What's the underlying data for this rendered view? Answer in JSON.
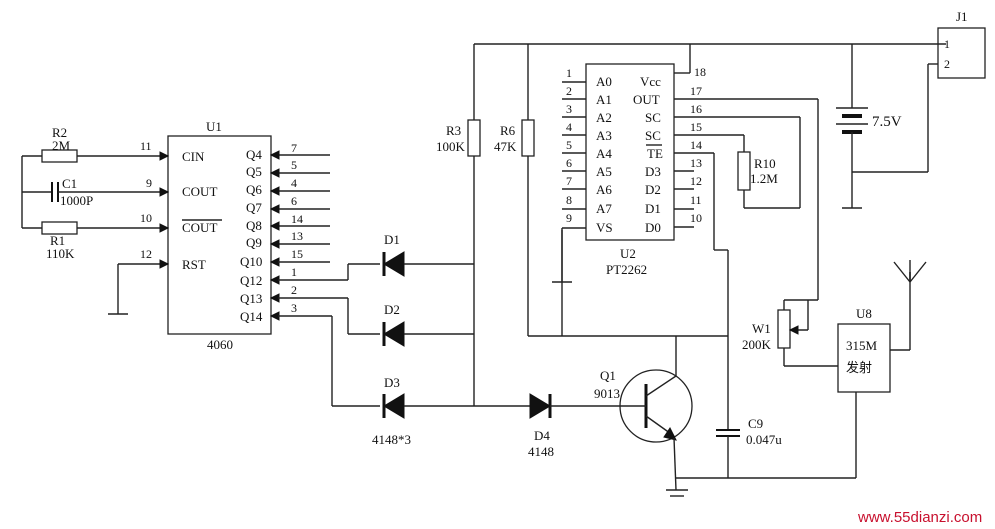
{
  "j1": {
    "ref": "J1",
    "pins": [
      "1",
      "2"
    ]
  },
  "battery": {
    "value": "7.5V"
  },
  "u1": {
    "ref": "U1",
    "part": "4060",
    "left_pins": [
      {
        "name": "CIN",
        "num": "11"
      },
      {
        "name": "COUT",
        "num": "9"
      },
      {
        "name": "COUT",
        "num": "10"
      },
      {
        "name": "RST",
        "num": "12"
      }
    ],
    "right_pins": [
      {
        "name": "Q4",
        "num": "7"
      },
      {
        "name": "Q5",
        "num": "5"
      },
      {
        "name": "Q6",
        "num": "4"
      },
      {
        "name": "Q7",
        "num": "6"
      },
      {
        "name": "Q8",
        "num": "14"
      },
      {
        "name": "Q9",
        "num": "13"
      },
      {
        "name": "Q10",
        "num": "15"
      },
      {
        "name": "Q12",
        "num": "1"
      },
      {
        "name": "Q13",
        "num": "2"
      },
      {
        "name": "Q14",
        "num": "3"
      }
    ]
  },
  "r2": {
    "ref": "R2",
    "value": "2M"
  },
  "c1": {
    "ref": "C1",
    "value": "1000P"
  },
  "r1": {
    "ref": "R1",
    "value": "110K"
  },
  "r3": {
    "ref": "R3",
    "value": "100K"
  },
  "r6": {
    "ref": "R6",
    "value": "47K"
  },
  "u2": {
    "ref": "U2",
    "part": "PT2262",
    "left_pins": [
      {
        "num": "1",
        "name": "A0"
      },
      {
        "num": "2",
        "name": "A1"
      },
      {
        "num": "3",
        "name": "A2"
      },
      {
        "num": "4",
        "name": "A3"
      },
      {
        "num": "5",
        "name": "A4"
      },
      {
        "num": "6",
        "name": "A5"
      },
      {
        "num": "7",
        "name": "A6"
      },
      {
        "num": "8",
        "name": "A7"
      },
      {
        "num": "9",
        "name": "VS"
      }
    ],
    "right_pins": [
      {
        "num": "18",
        "name": "Vcc"
      },
      {
        "num": "17",
        "name": "OUT"
      },
      {
        "num": "16",
        "name": "SC"
      },
      {
        "num": "15",
        "name": "SC"
      },
      {
        "num": "14",
        "name": "TE"
      },
      {
        "num": "13",
        "name": "D3"
      },
      {
        "num": "12",
        "name": "D2"
      },
      {
        "num": "11",
        "name": "D1"
      },
      {
        "num": "10",
        "name": "D0"
      }
    ]
  },
  "r10": {
    "ref": "R10",
    "value": "1.2M"
  },
  "d1": {
    "ref": "D1"
  },
  "d2": {
    "ref": "D2"
  },
  "d3": {
    "ref": "D3",
    "value": "4148*3"
  },
  "d4": {
    "ref": "D4",
    "value": "4148"
  },
  "q1": {
    "ref": "Q1",
    "value": "9013"
  },
  "c9": {
    "ref": "C9",
    "value": "0.047u"
  },
  "w1": {
    "ref": "W1",
    "value": "200K"
  },
  "u8": {
    "ref": "U8",
    "freq": "315M",
    "label": "发射"
  },
  "watermark": "www.55dianzi.com"
}
